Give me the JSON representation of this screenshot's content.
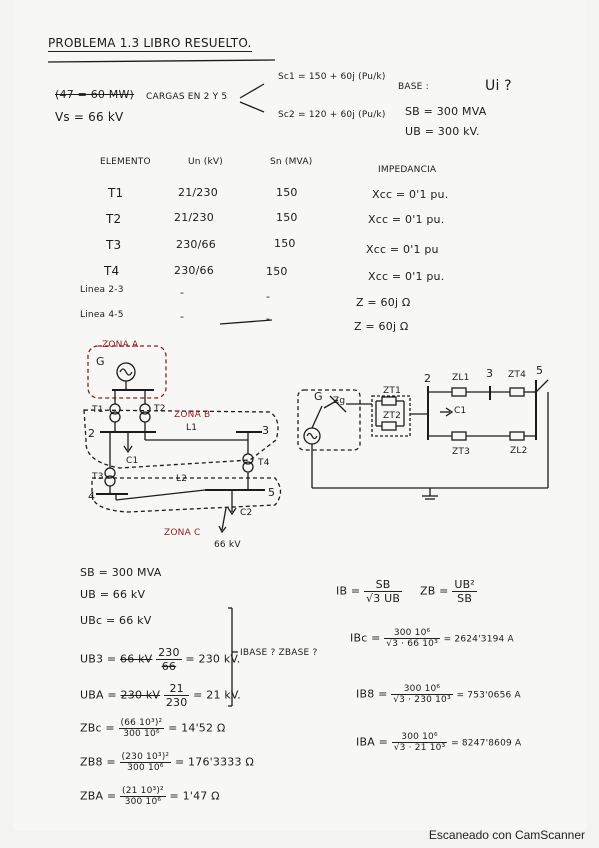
{
  "header": {
    "title": "PROBLEMA 1.3 LIBRO RESUELTO.",
    "struck": "(47 = 60 MW)",
    "vs": "Vs = 66 kV",
    "loads_label": "CARGAS EN 2 Y 5",
    "sc1": "Sc1 = 150 + 60j (Pu/k)",
    "sc2": "Sc2 = 120 + 60j (Pu/k)",
    "base_label": "BASE :",
    "sb": "SB = 300 MVA",
    "ub": "UB = 300 kV.",
    "question": "Ui ?"
  },
  "table": {
    "headers": [
      "ELEMENTO",
      "Un (kV)",
      "Sn (MVA)",
      "IMPEDANCIA"
    ],
    "rows": [
      {
        "el": "T1",
        "un": "21/230",
        "sn": "150",
        "z": "Xcc = 0'1 pu."
      },
      {
        "el": "T2",
        "un": "21/230",
        "sn": "150",
        "z": "Xcc = 0'1 pu."
      },
      {
        "el": "T3",
        "un": "230/66",
        "sn": "150",
        "z": "Xcc = 0'1 pu"
      },
      {
        "el": "T4",
        "un": "230/66",
        "sn": "150",
        "z": "Xcc = 0'1 pu."
      },
      {
        "el": "Linea 2-3",
        "un": "-",
        "sn": "-",
        "z": "Z = 60j Ω"
      },
      {
        "el": "Linea 4-5",
        "un": "-",
        "sn": "-",
        "z": "Z = 60j Ω"
      }
    ]
  },
  "diagram_left": {
    "zona_a": "ZONA A",
    "zona_b": "ZONA B",
    "zona_c": "ZONA C",
    "g": "G",
    "t1": "T1",
    "t2": "T2",
    "t3": "T3",
    "t4": "T4",
    "n2": "2",
    "n3": "3",
    "n4": "4",
    "n5": "5",
    "l1": "L1",
    "l2": "L2",
    "c1": "C1",
    "c2": "C2",
    "kv": "66 kV"
  },
  "diagram_right": {
    "g": "G",
    "zg": "Zg",
    "zt1": "ZT1",
    "zt2": "ZT2",
    "n2": "2",
    "zl1": "ZL1",
    "n3": "3",
    "zt4": "ZT4",
    "n5": "5",
    "c1": "C1",
    "zt3": "ZT3",
    "zl2": "ZL2"
  },
  "calc_left": {
    "sb": "SB = 300 MVA",
    "ub": "UB = 66 kV",
    "ubc": "UBc = 66 kV",
    "ubb_lhs": "UB3 =",
    "ubb_struck": "66 kV",
    "ubb_frac_n": "230",
    "ubb_frac_d": "66",
    "ubb_res": "= 230 kV.",
    "uba_lhs": "UBA =",
    "uba_struck": "230 kV",
    "uba_frac_n": "21",
    "uba_frac_d": "230",
    "uba_res": "= 21 kV.",
    "question": "IBASE ? ZBASE ?",
    "zbc_lhs": "ZBc =",
    "zbc_n": "(66 10³)²",
    "zbc_d": "300 10⁶",
    "zbc_res": "= 14'52 Ω",
    "zbb_lhs": "ZB8 =",
    "zbb_n": "(230 10³)²",
    "zbb_d": "300 10⁶",
    "zbb_res": "= 176'3333 Ω",
    "zba_lhs": "ZBA =",
    "zba_n": "(21 10³)²",
    "zba_d": "300 10⁶",
    "zba_res": "= 1'47 Ω"
  },
  "calc_right": {
    "ib_lhs": "IB =",
    "ib_n": "SB",
    "ib_d": "√3 UB",
    "zb_lhs": "ZB =",
    "zb_n": "UB²",
    "zb_d": "SB",
    "ibc_lhs": "IBc =",
    "ibc_n": "300 10⁶",
    "ibc_d": "√3 · 66 10³",
    "ibc_res": "= 2624'3194 A",
    "ibb_lhs": "IB8 =",
    "ibb_n": "300 10⁶",
    "ibb_d": "√3 · 230 10³",
    "ibb_res": "= 753'0656 A",
    "iba_lhs": "IBA =",
    "iba_n": "300 10⁶",
    "iba_d": "√3 · 21 10³",
    "iba_res": "= 8247'8609 A"
  },
  "footer": "Escaneado con CamScanner"
}
